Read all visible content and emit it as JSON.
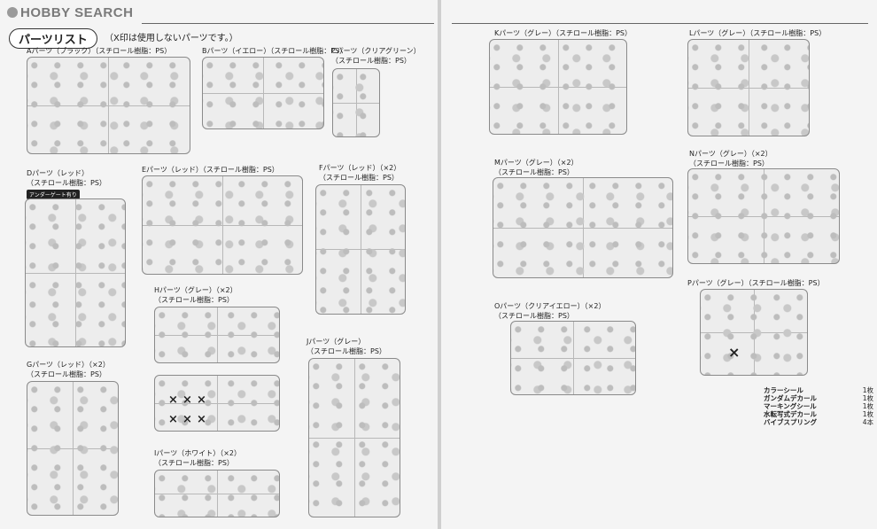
{
  "header": {
    "logo": "HOBBY SEARCH",
    "list_title": "パーツリスト",
    "note": "（X印は使用しないパーツです。）"
  },
  "parts": {
    "A": {
      "name": "Aパーツ（ブラック）",
      "material": "（スチロール樹脂：PS）"
    },
    "B": {
      "name": "Bパーツ（イエロー）",
      "material": "（スチロール樹脂：PS）"
    },
    "C": {
      "name": "Cパーツ（クリアグリーン）",
      "material": "（スチロール樹脂：PS）"
    },
    "D": {
      "name": "Dパーツ（レッド）",
      "material": "（スチロール樹脂：PS）",
      "badge": "アンダーゲート有り"
    },
    "E": {
      "name": "Eパーツ（レッド）",
      "material": "（スチロール樹脂：PS）"
    },
    "F": {
      "name": "Fパーツ（レッド）",
      "count": "（×2）",
      "material": "（スチロール樹脂：PS）"
    },
    "G": {
      "name": "Gパーツ（レッド）",
      "count": "（×2）",
      "material": "（スチロール樹脂：PS）"
    },
    "H": {
      "name": "Hパーツ（グレー）",
      "count": "（×2）",
      "material": "（スチロール樹脂：PS）"
    },
    "I": {
      "name": "Iパーツ（ホワイト）",
      "count": "（×2）",
      "material": "（スチロール樹脂：PS）"
    },
    "J": {
      "name": "Jパーツ（グレー）",
      "material": "（スチロール樹脂：PS）"
    },
    "K": {
      "name": "Kパーツ（グレー）",
      "material": "（スチロール樹脂：PS）"
    },
    "L": {
      "name": "Lパーツ（グレー）",
      "material": "（スチロール樹脂：PS）"
    },
    "M": {
      "name": "Mパーツ（グレー）",
      "count": "（×2）",
      "material": "（スチロール樹脂：PS）"
    },
    "N": {
      "name": "Nパーツ（グレー）",
      "count": "（×2）",
      "material": "（スチロール樹脂：PS）"
    },
    "O": {
      "name": "Oパーツ（クリアイエロー）",
      "count": "（×2）",
      "material": "（スチロール樹脂：PS）"
    },
    "P": {
      "name": "Pパーツ（グレー）",
      "material": "（スチロール樹脂：PS）"
    }
  },
  "unused_mark": "×",
  "accessories": [
    {
      "name": "カラーシール",
      "qty": "1枚"
    },
    {
      "name": "ガンダムデカール",
      "qty": "1枚"
    },
    {
      "name": "マーキングシール",
      "qty": "1枚"
    },
    {
      "name": "水転写式デカール",
      "qty": "1枚"
    },
    {
      "name": "バイブスプリング",
      "qty": "4本"
    }
  ]
}
